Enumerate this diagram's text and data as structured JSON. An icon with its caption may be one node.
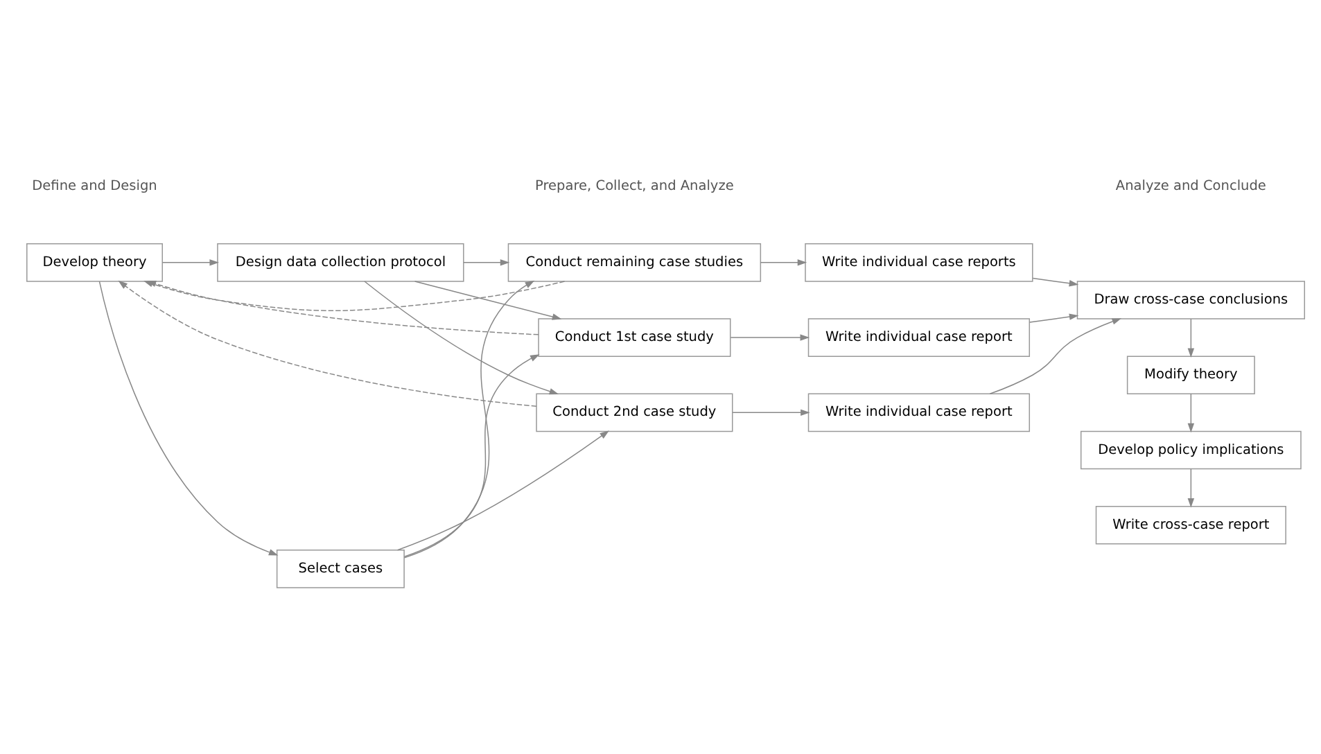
{
  "diagram": {
    "nodes": [
      {
        "text": [
          "Develop theory"
        ]
      },
      {
        "text": [
          "Select cases"
        ]
      },
      {
        "text": [
          "Design data collection protocol"
        ]
      },
      {
        "text": [
          "Conduct 1st case study"
        ]
      },
      {
        "text": [
          "Conduct 2nd case study"
        ]
      },
      {
        "text": [
          "Conduct remaining case studies"
        ]
      },
      {
        "text": [
          "Write individual case report"
        ]
      },
      {
        "text": [
          "Write individual case report"
        ]
      },
      {
        "text": [
          "Write individual case reports"
        ]
      },
      {
        "text": [
          "Draw cross-case conclusions"
        ]
      },
      {
        "text": [
          "Modify theory"
        ]
      },
      {
        "text": [
          "Develop policy implications"
        ]
      },
      {
        "text": [
          "Write cross-case report"
        ]
      }
    ],
    "edges": [
      {
        "from": 0,
        "to": 1,
        "arrow": "to"
      },
      {
        "from": 0,
        "to": 2,
        "arrow": "to"
      },
      {
        "from": 1,
        "to": 3,
        "arrow": "to"
      },
      {
        "from": 1,
        "to": 4,
        "arrow": "to"
      },
      {
        "from": 1,
        "to": 5,
        "arrow": "to"
      },
      {
        "from": 2,
        "to": 3,
        "arrow": "to"
      },
      {
        "from": 2,
        "to": 4,
        "arrow": "to"
      },
      {
        "from": 2,
        "to": 5,
        "arrow": "to"
      },
      {
        "from": 3,
        "to": 6,
        "arrow": "to"
      },
      {
        "from": 4,
        "to": 7,
        "arrow": "to"
      },
      {
        "from": 5,
        "to": 8,
        "arrow": "to"
      },
      {
        "from": 6,
        "to": 9,
        "arrow": "to"
      },
      {
        "from": 7,
        "to": 9,
        "arrow": "to"
      },
      {
        "from": 8,
        "to": 9,
        "arrow": "to"
      },
      {
        "from": 9,
        "to": 10,
        "arrow": "to"
      },
      {
        "from": 10,
        "to": 11,
        "arrow": "to"
      },
      {
        "from": 11,
        "to": 12,
        "arrow": "to"
      },
      {
        "from": 3,
        "to": 0,
        "arrow": "to",
        "style": "dashed"
      },
      {
        "from": 4,
        "to": 0,
        "arrow": "to",
        "style": "dashed"
      },
      {
        "from": 5,
        "to": 0,
        "arrow": "to",
        "style": "dashed"
      }
    ],
    "labels": [
      "Define and Design",
      "Prepare, Collect, and Analyze",
      "Analyze and Conclude"
    ]
  }
}
